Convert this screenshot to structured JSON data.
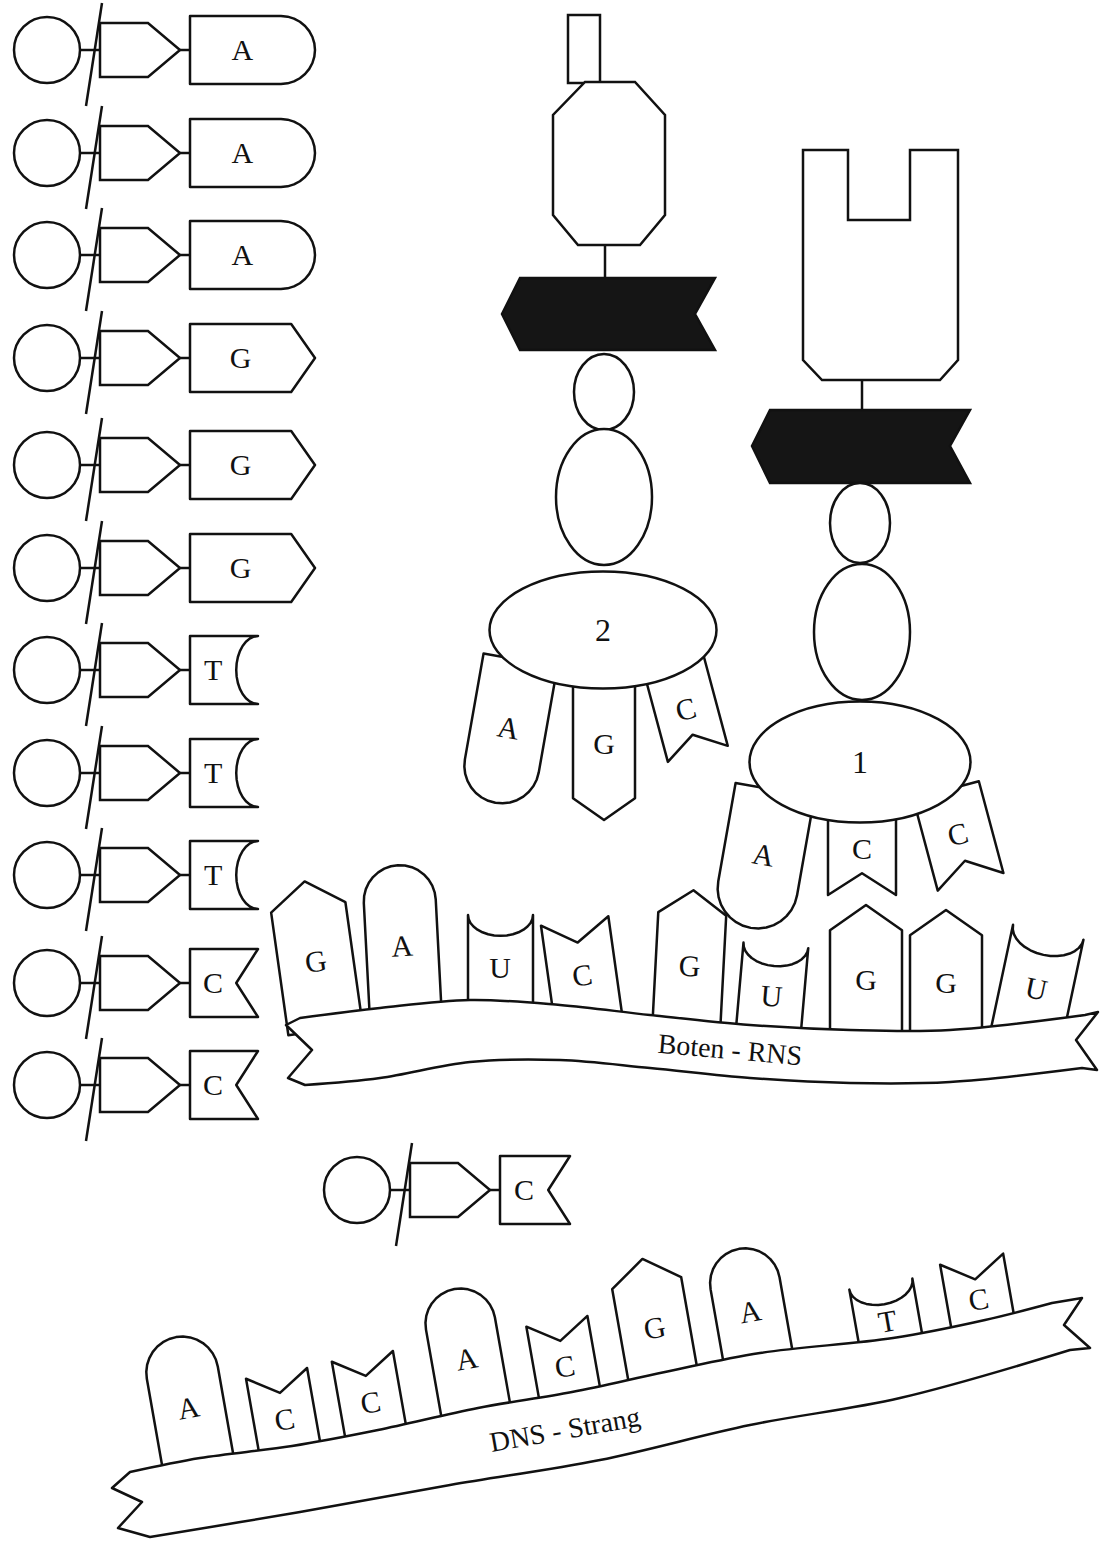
{
  "diagram": {
    "nodes": [
      {
        "text": [
          "A"
        ]
      },
      {
        "text": [
          "A"
        ]
      },
      {
        "text": [
          "A"
        ]
      },
      {
        "text": [
          "G"
        ]
      },
      {
        "text": [
          "G"
        ]
      },
      {
        "text": [
          "G"
        ]
      },
      {
        "text": [
          "T"
        ]
      },
      {
        "text": [
          "T"
        ]
      },
      {
        "text": [
          "T"
        ]
      },
      {
        "text": [
          "C"
        ]
      },
      {
        "text": [
          "C"
        ]
      },
      {
        "text": [
          "2"
        ]
      },
      {
        "text": [
          "A"
        ]
      },
      {
        "text": [
          "G"
        ]
      },
      {
        "text": [
          "C"
        ]
      },
      {
        "text": [
          "1"
        ]
      },
      {
        "text": [
          "A"
        ]
      },
      {
        "text": [
          "C"
        ]
      },
      {
        "text": [
          "C"
        ]
      },
      {
        "text": [
          "G"
        ]
      },
      {
        "text": [
          "A"
        ]
      },
      {
        "text": [
          "U"
        ]
      },
      {
        "text": [
          "C"
        ]
      },
      {
        "text": [
          "G"
        ]
      },
      {
        "text": [
          "U"
        ]
      },
      {
        "text": [
          "G"
        ]
      },
      {
        "text": [
          "G"
        ]
      },
      {
        "text": [
          "U"
        ]
      },
      {
        "text": [
          "Boten - RNS"
        ]
      },
      {
        "text": [
          "C"
        ]
      },
      {
        "text": [
          "A"
        ]
      },
      {
        "text": [
          "C"
        ]
      },
      {
        "text": [
          "C"
        ]
      },
      {
        "text": [
          "A"
        ]
      },
      {
        "text": [
          "C"
        ]
      },
      {
        "text": [
          "G"
        ]
      },
      {
        "text": [
          "A"
        ]
      },
      {
        "text": [
          "T"
        ]
      },
      {
        "text": [
          "C"
        ]
      },
      {
        "text": [
          "DNS - Strang"
        ]
      }
    ]
  }
}
